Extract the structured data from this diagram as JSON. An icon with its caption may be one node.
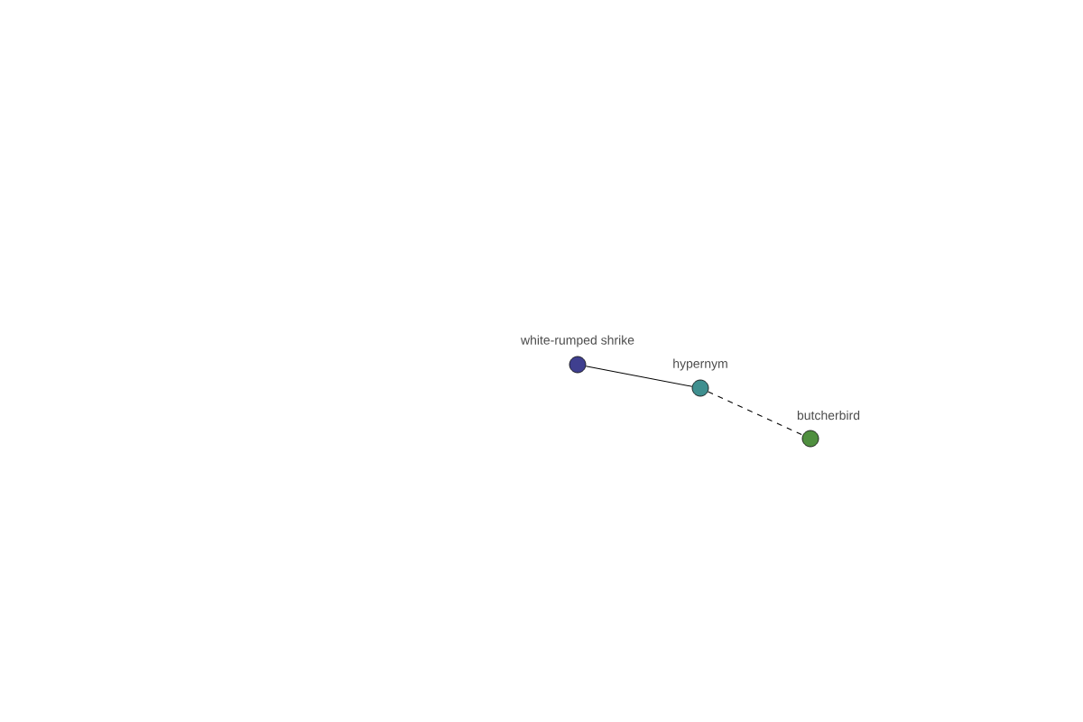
{
  "diagram": {
    "nodes": [
      {
        "text": [
          "white-rumped shrike"
        ]
      },
      {
        "text": [
          "hypernym"
        ]
      },
      {
        "text": [
          "butcherbird"
        ]
      }
    ],
    "edges": [
      {
        "from": 0,
        "to": 1,
        "arrow": "none"
      },
      {
        "from": 1,
        "to": 2,
        "arrow": "none",
        "style": "dashed"
      }
    ]
  }
}
